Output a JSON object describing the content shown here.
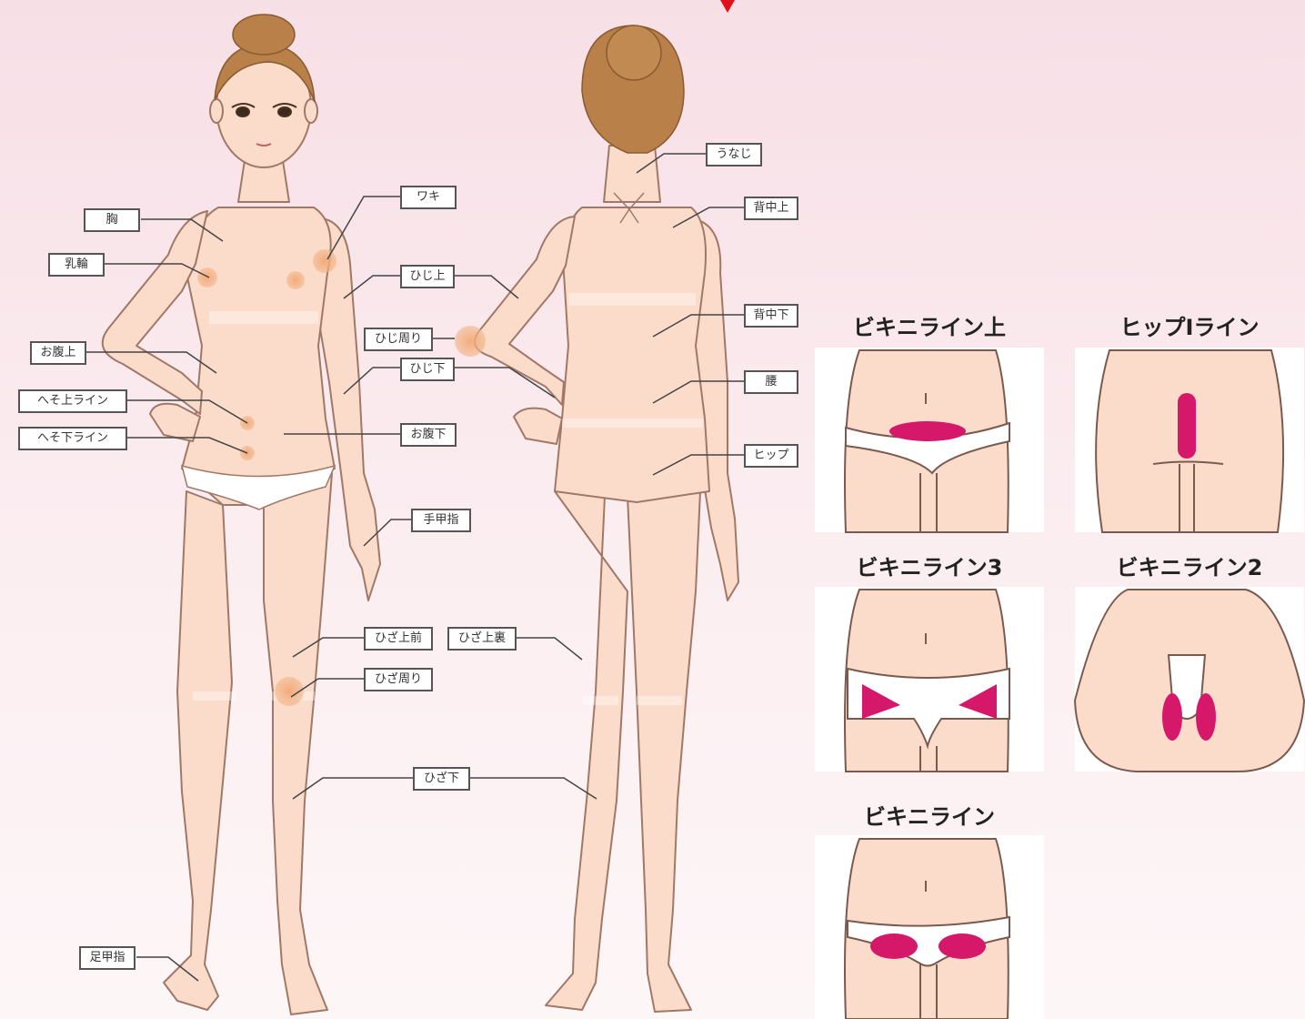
{
  "colors": {
    "background_top": "#f7dfe6",
    "skin": "#fbdccb",
    "skin_outline": "#a07868",
    "hair": "#b9804a",
    "highlight_zone": "#f2b58a",
    "bikini_highlight": "#d6186b",
    "label_border": "#555555",
    "leader_line": "#444444"
  },
  "front_labels": {
    "chest": "胸",
    "nipple": "乳輪",
    "upper_abdomen": "お腹上",
    "navel_upper_line": "へそ上ライン",
    "navel_lower_line": "へそ下ライン",
    "lower_abdomen": "お腹下",
    "armpit": "ワキ",
    "upper_arm": "ひじ上",
    "elbow_area": "ひじ周り",
    "forearm": "ひじ下",
    "hand_finger": "手甲指",
    "upper_knee_front": "ひざ上前",
    "upper_knee_back": "ひざ上裏",
    "knee_area": "ひざ周り",
    "below_knee": "ひざ下",
    "foot_toe": "足甲指"
  },
  "back_labels": {
    "nape": "うなじ",
    "upper_back": "背中上",
    "lower_back": "背中下",
    "waist": "腰",
    "hip": "ヒップ"
  },
  "panels": {
    "bikini_upper": "ビキニライン上",
    "hip_i_line": "ヒップIライン",
    "bikini_3": "ビキニライン3",
    "bikini_2": "ビキニライン2",
    "bikini": "ビキニライン"
  }
}
